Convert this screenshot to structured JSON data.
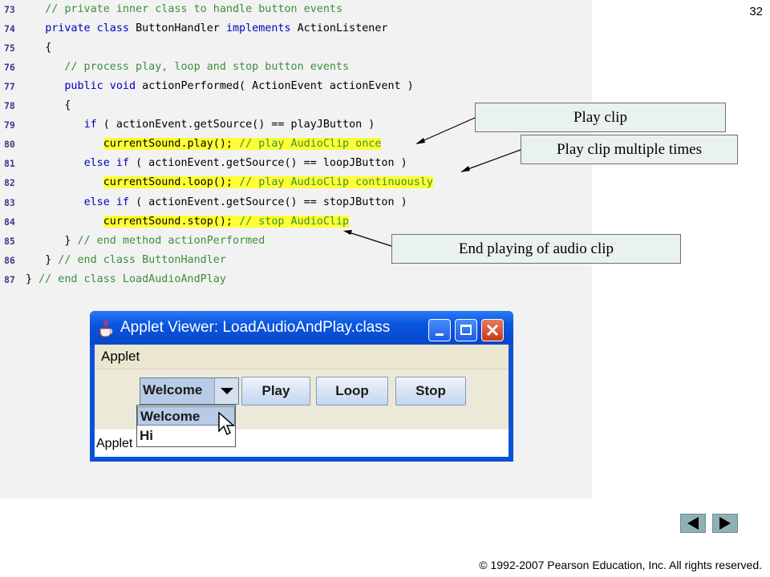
{
  "page_number": "32",
  "code_lines": [
    {
      "num": "73",
      "indent": "   ",
      "parts": [
        {
          "t": "// private inner class to handle button events",
          "c": "cm"
        }
      ]
    },
    {
      "num": "74",
      "indent": "   ",
      "parts": [
        {
          "t": "private class ",
          "c": "kw"
        },
        {
          "t": "ButtonHandler ",
          "c": ""
        },
        {
          "t": "implements ",
          "c": "kw"
        },
        {
          "t": "ActionListener",
          "c": ""
        }
      ]
    },
    {
      "num": "75",
      "indent": "   ",
      "parts": [
        {
          "t": "{",
          "c": ""
        }
      ]
    },
    {
      "num": "76",
      "indent": "      ",
      "parts": [
        {
          "t": "// process play, loop and stop button events",
          "c": "cm"
        }
      ]
    },
    {
      "num": "77",
      "indent": "      ",
      "parts": [
        {
          "t": "public void ",
          "c": "kw"
        },
        {
          "t": "actionPerformed( ActionEvent actionEvent )",
          "c": ""
        }
      ]
    },
    {
      "num": "78",
      "indent": "      ",
      "parts": [
        {
          "t": "{",
          "c": ""
        }
      ]
    },
    {
      "num": "79",
      "indent": "         ",
      "parts": [
        {
          "t": "if ",
          "c": "kw"
        },
        {
          "t": "( actionEvent.getSource() == playJButton )",
          "c": ""
        }
      ]
    },
    {
      "num": "80",
      "indent": "            ",
      "parts": [
        {
          "t": "currentSound.play(); ",
          "c": "hl"
        },
        {
          "t": "// play AudioClip once",
          "c": "cm hl"
        }
      ]
    },
    {
      "num": "81",
      "indent": "         ",
      "parts": [
        {
          "t": "else if ",
          "c": "kw"
        },
        {
          "t": "( actionEvent.getSource() == loopJButton )",
          "c": ""
        }
      ]
    },
    {
      "num": "82",
      "indent": "            ",
      "parts": [
        {
          "t": "currentSound.loop(); ",
          "c": "hl"
        },
        {
          "t": "// play AudioClip continuously",
          "c": "cm hl"
        }
      ]
    },
    {
      "num": "83",
      "indent": "         ",
      "parts": [
        {
          "t": "else if ",
          "c": "kw"
        },
        {
          "t": "( actionEvent.getSource() == stopJButton )",
          "c": ""
        }
      ]
    },
    {
      "num": "84",
      "indent": "            ",
      "parts": [
        {
          "t": "currentSound.stop(); ",
          "c": "hl"
        },
        {
          "t": "// stop AudioClip",
          "c": "cm hl"
        }
      ]
    },
    {
      "num": "85",
      "indent": "      ",
      "parts": [
        {
          "t": "} ",
          "c": ""
        },
        {
          "t": "// end method actionPerformed",
          "c": "cm"
        }
      ]
    },
    {
      "num": "86",
      "indent": "   ",
      "parts": [
        {
          "t": "} ",
          "c": ""
        },
        {
          "t": "// end class ButtonHandler",
          "c": "cm"
        }
      ]
    },
    {
      "num": "87",
      "indent": "",
      "parts": [
        {
          "t": "} ",
          "c": ""
        },
        {
          "t": "// end class LoadAudioAndPlay",
          "c": "cm"
        }
      ]
    }
  ],
  "callouts": {
    "play": "Play clip",
    "loop": "Play clip multiple times",
    "stop": "End playing of audio clip"
  },
  "applet": {
    "title": "Applet Viewer: LoadAudioAndPlay.class",
    "menu": "Applet",
    "combo_value": "Welcome",
    "buttons": {
      "play": "Play",
      "loop": "Loop",
      "stop": "Stop"
    },
    "dropdown_options": [
      "Welcome",
      "Hi"
    ],
    "status": "Applet started.",
    "icons": {
      "app": "java-cup-icon",
      "minimize": "minimize-icon",
      "maximize": "maximize-icon",
      "close": "close-icon"
    }
  },
  "nav": {
    "prev_icon": "triangle-left-icon",
    "next_icon": "triangle-right-icon",
    "color": "#8fb0b6"
  },
  "copyright": "© 1992-2007 Pearson Education, Inc.  All rights reserved.",
  "colors": {
    "keyword": "#0000c0",
    "comment": "#3c8e3c",
    "highlight": "#ffff33",
    "line_number": "#3a3a8c"
  }
}
